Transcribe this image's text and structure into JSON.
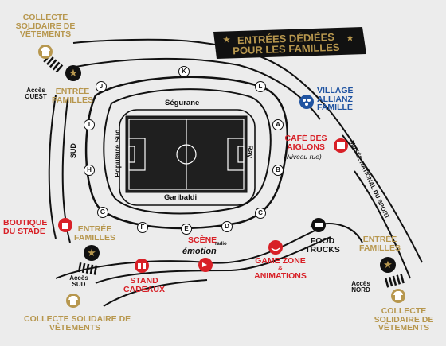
{
  "banner": {
    "line1": "ENTRÉES DÉDIÉES",
    "line2": "POUR LES FAMILLES"
  },
  "collecte_top": [
    "COLLECTE",
    "SOLIDAIRE DE",
    "VÊTEMENTS"
  ],
  "collecte_bottom_left": [
    "COLLECTE SOLIDAIRE DE",
    "VÊTEMENTS"
  ],
  "collecte_bottom_right": [
    "COLLECTE",
    "SOLIDAIRE DE",
    "VÊTEMENTS"
  ],
  "entree_familles_nw": [
    "ENTRÉE",
    "FAMILLES"
  ],
  "entree_familles_sw": [
    "ENTRÉE",
    "FAMILLES"
  ],
  "entree_familles_ne": [
    "ENTRÉE",
    "FAMILLES"
  ],
  "acces_ouest": [
    "Accès",
    "OUEST"
  ],
  "acces_sud": [
    "Accès",
    "SUD"
  ],
  "acces_nord": [
    "Accès",
    "NORD"
  ],
  "village": [
    "VILLAGE",
    "ALLIANZ",
    "FAMILLE"
  ],
  "cafe": [
    "CAFÉ DES",
    "AIGLONS"
  ],
  "cafe_sub": "(Niveau rue)",
  "musee": "MUSÉE NATIONAL DU SPORT",
  "boutique": [
    "BOUTIQUE",
    "DU STADE"
  ],
  "scene": "SCÈNE",
  "scene_radio": "radio",
  "scene_emotion": "émotion",
  "stand": [
    "STAND",
    "CADEAUX"
  ],
  "game": [
    "GAME ZONE",
    "&",
    "ANIMATIONS"
  ],
  "food": [
    "FOOD",
    "TRUCKS"
  ],
  "stands": {
    "north": "Ségurane",
    "south": "Garibaldi",
    "west": "Populaire Sud",
    "east": "Ray"
  },
  "sud": "SUD",
  "gates": [
    "K",
    "J",
    "L",
    "I",
    "A",
    "H",
    "B",
    "G",
    "F",
    "E",
    "D",
    "C"
  ],
  "colors": {
    "gold": "#b7974e",
    "red": "#d82027",
    "blue": "#1f53a1",
    "pitch": "#1f1f1f",
    "background": "#ececec"
  }
}
